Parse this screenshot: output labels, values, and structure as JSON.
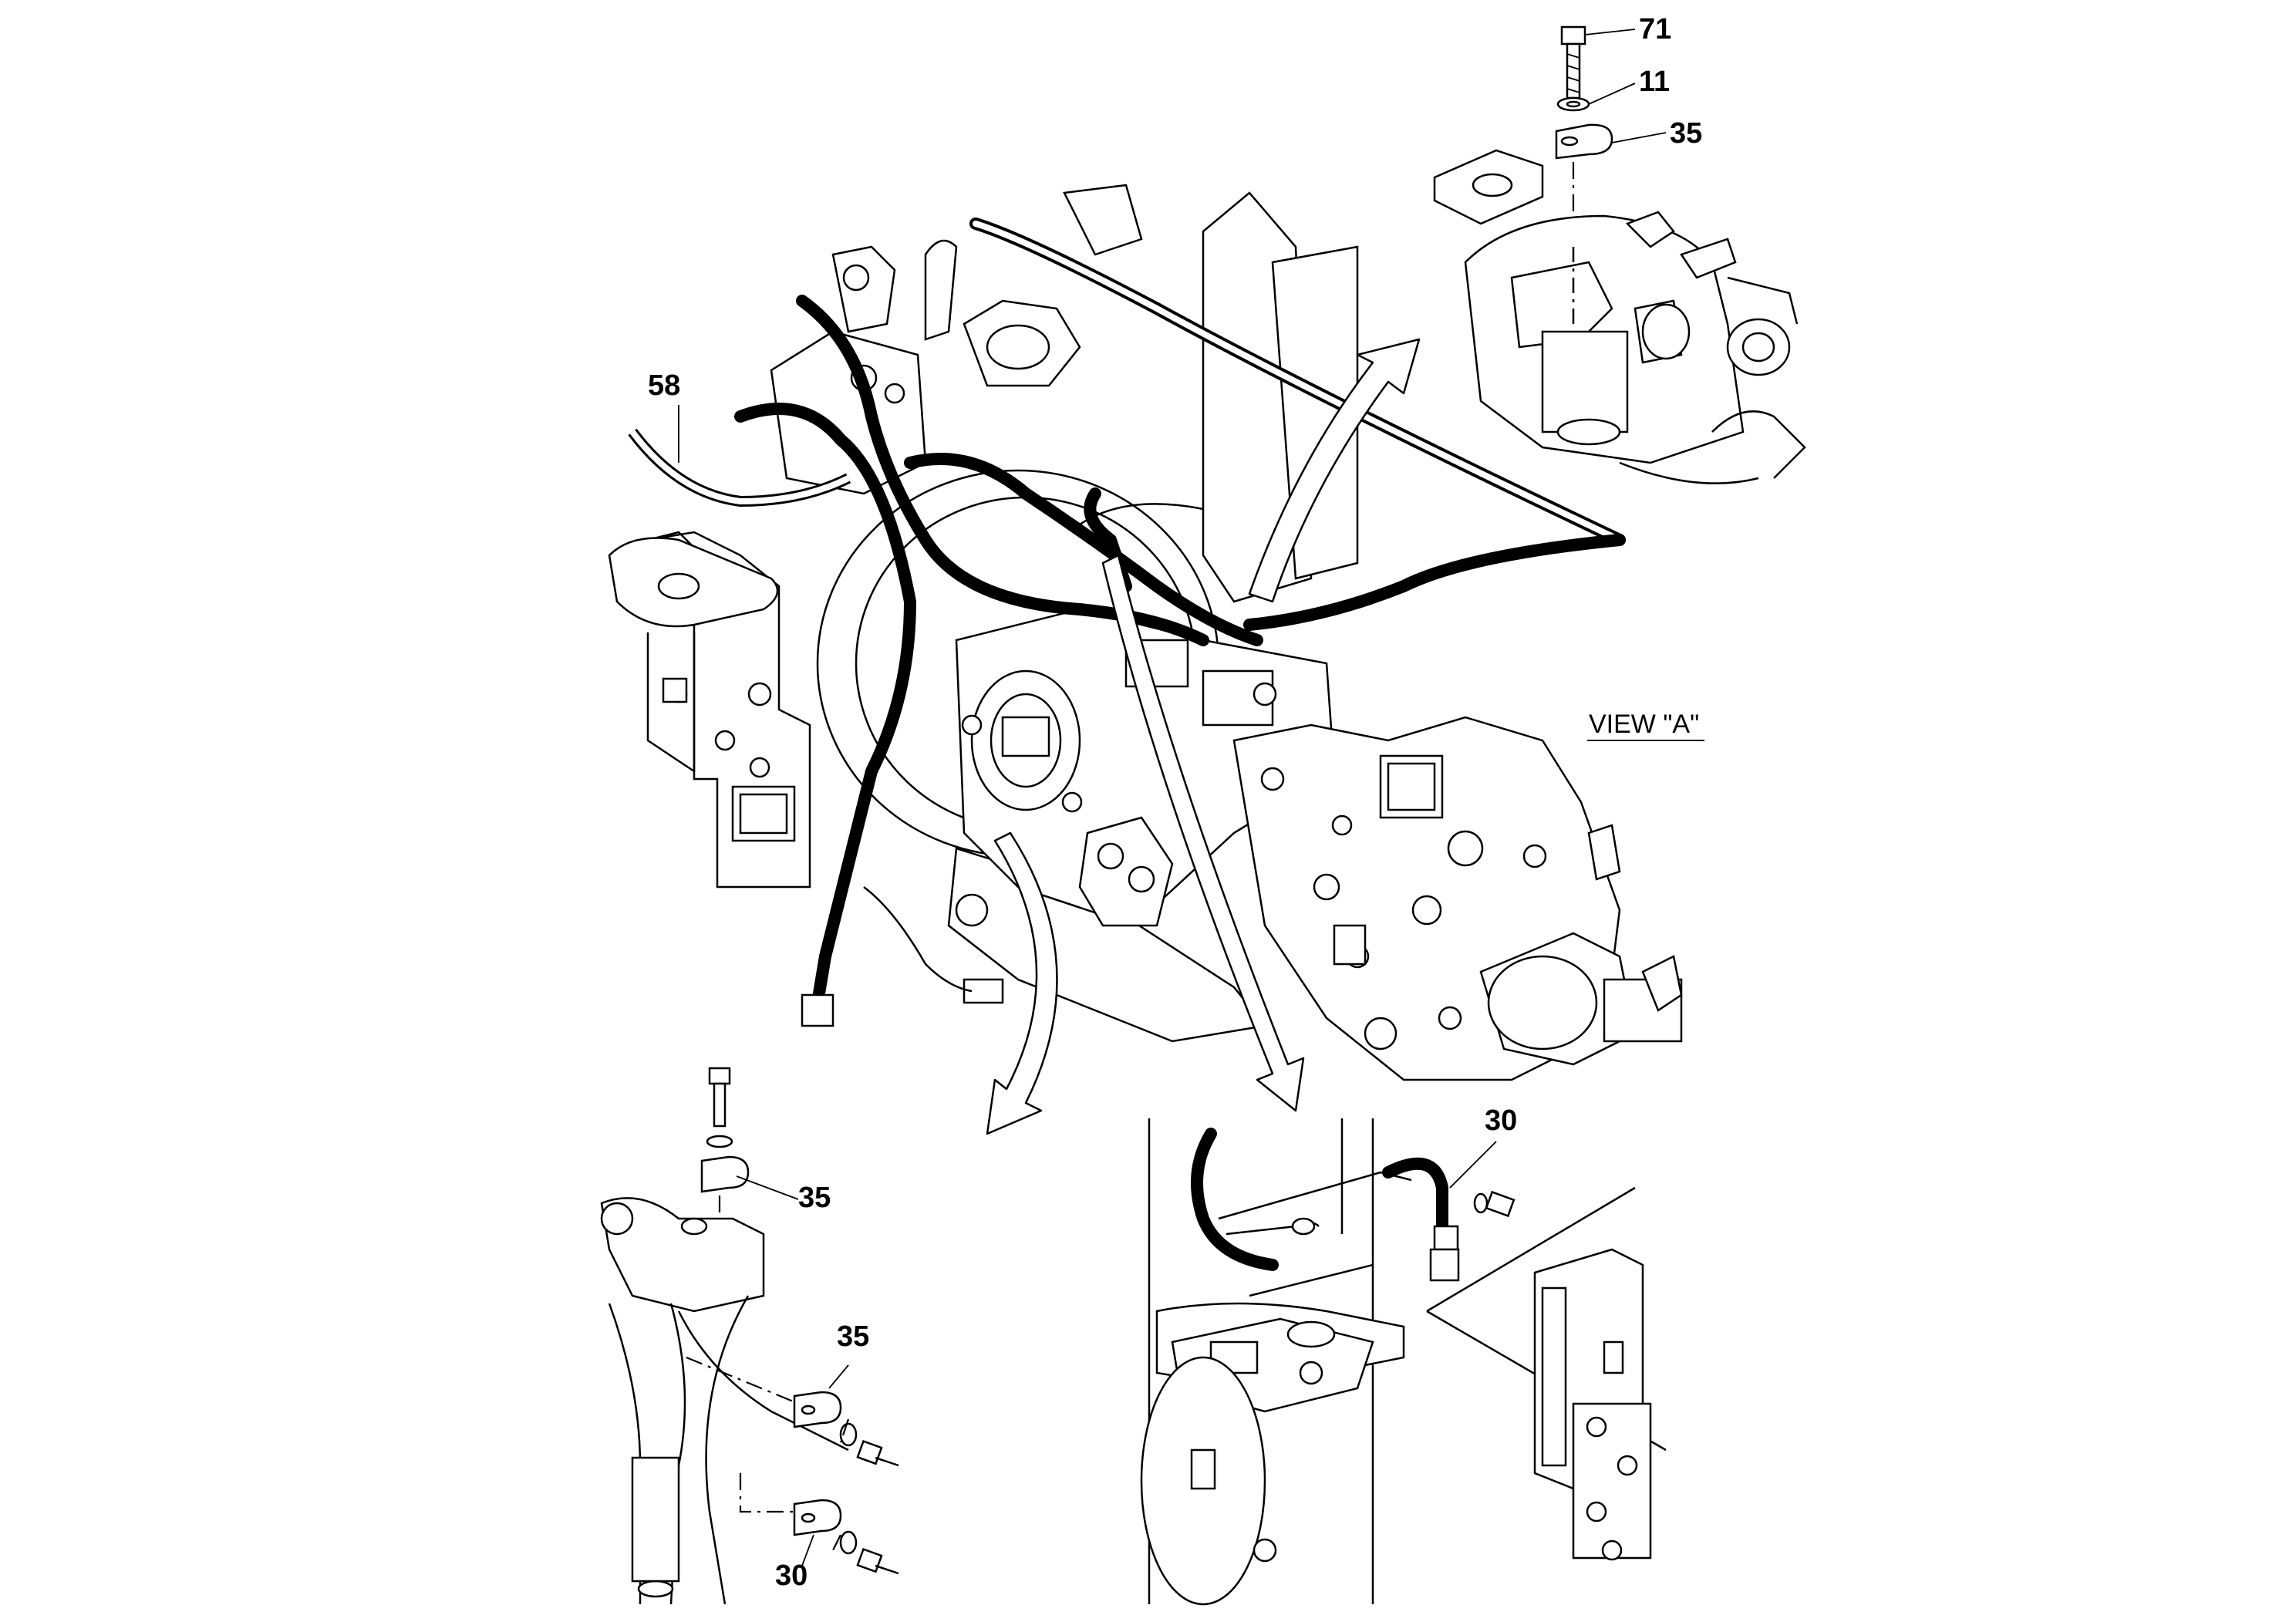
{
  "diagram": {
    "callouts": {
      "c71": "71",
      "c11": "11",
      "c35_top": "35",
      "c58": "58",
      "c30_right": "30",
      "c35_left_a": "35",
      "c35_left_b": "35",
      "c30_left": "30"
    },
    "view_label": "VIEW \"A\""
  }
}
